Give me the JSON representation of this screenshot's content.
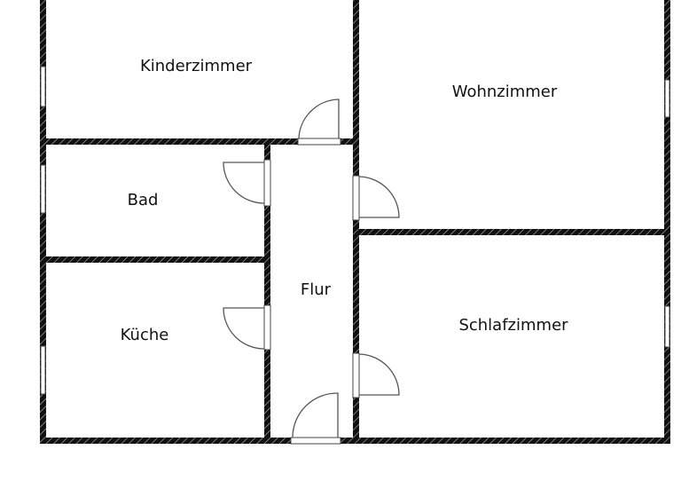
{
  "floor_plan": {
    "rooms": [
      {
        "id": "kinderzimmer",
        "label": "Kinderzimmer"
      },
      {
        "id": "wohnzimmer",
        "label": "Wohnzimmer"
      },
      {
        "id": "bad",
        "label": "Bad"
      },
      {
        "id": "flur",
        "label": "Flur"
      },
      {
        "id": "kueche",
        "label": "Küche"
      },
      {
        "id": "schlafzimmer",
        "label": "Schlafzimmer"
      }
    ],
    "colors": {
      "wall": "#111111",
      "hatch": "#ffffff",
      "background": "#ffffff"
    }
  }
}
